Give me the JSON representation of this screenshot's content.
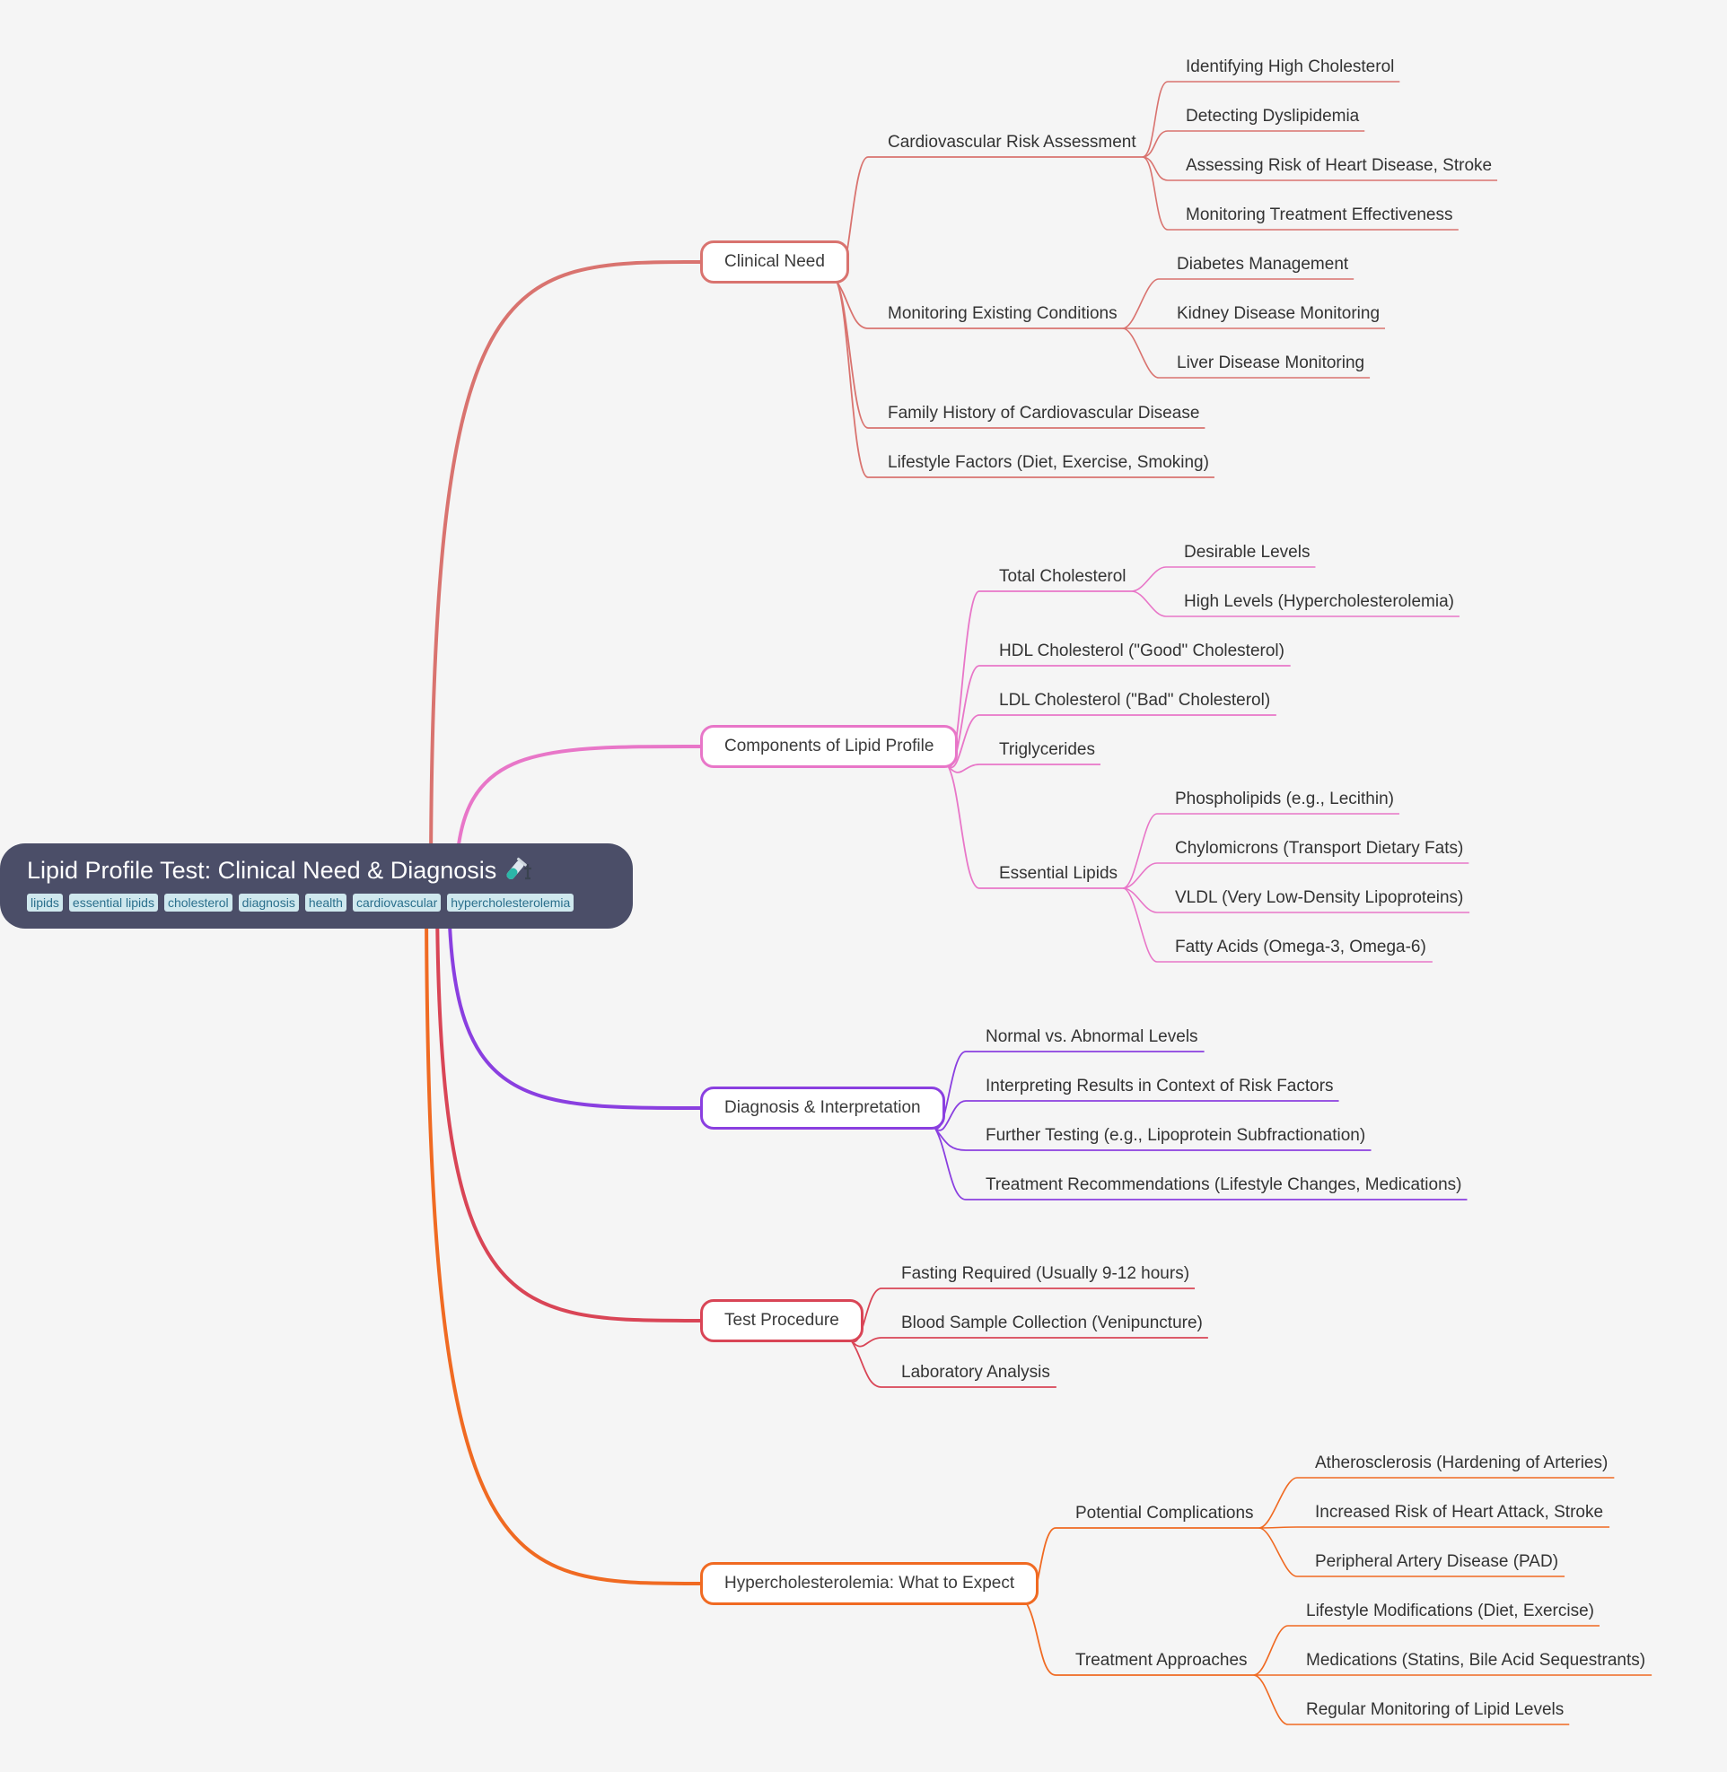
{
  "root": {
    "title": "Lipid Profile Test: Clinical Need & Diagnosis",
    "icon": "test-tube-icon",
    "tags": [
      "lipids",
      "essential lipids",
      "cholesterol",
      "diagnosis",
      "health",
      "cardiovascular",
      "hypercholesterolemia"
    ]
  },
  "branches": [
    {
      "label": "Clinical Need",
      "color": "#d9736f",
      "children": [
        {
          "label": "Cardiovascular Risk Assessment",
          "children": [
            {
              "label": "Identifying High Cholesterol"
            },
            {
              "label": "Detecting Dyslipidemia"
            },
            {
              "label": "Assessing Risk of Heart Disease, Stroke"
            },
            {
              "label": "Monitoring Treatment Effectiveness"
            }
          ]
        },
        {
          "label": "Monitoring Existing Conditions",
          "children": [
            {
              "label": "Diabetes Management"
            },
            {
              "label": "Kidney Disease Monitoring"
            },
            {
              "label": "Liver Disease Monitoring"
            }
          ]
        },
        {
          "label": "Family History of Cardiovascular Disease"
        },
        {
          "label": "Lifestyle Factors (Diet, Exercise, Smoking)"
        }
      ]
    },
    {
      "label": "Components of Lipid Profile",
      "color": "#e876c8",
      "children": [
        {
          "label": "Total Cholesterol",
          "children": [
            {
              "label": "Desirable Levels"
            },
            {
              "label": "High Levels (Hypercholesterolemia)"
            }
          ]
        },
        {
          "label": "HDL Cholesterol (\"Good\" Cholesterol)"
        },
        {
          "label": "LDL Cholesterol (\"Bad\" Cholesterol)"
        },
        {
          "label": "Triglycerides"
        },
        {
          "label": "Essential Lipids",
          "children": [
            {
              "label": "Phospholipids (e.g., Lecithin)"
            },
            {
              "label": "Chylomicrons (Transport Dietary Fats)"
            },
            {
              "label": "VLDL (Very Low-Density Lipoproteins)"
            },
            {
              "label": "Fatty Acids (Omega-3, Omega-6)"
            }
          ]
        }
      ]
    },
    {
      "label": "Diagnosis & Interpretation",
      "color": "#8a3fe0",
      "children": [
        {
          "label": "Normal vs. Abnormal Levels"
        },
        {
          "label": "Interpreting Results in Context of Risk Factors"
        },
        {
          "label": "Further Testing (e.g., Lipoprotein Subfractionation)"
        },
        {
          "label": "Treatment Recommendations (Lifestyle Changes, Medications)"
        }
      ]
    },
    {
      "label": "Test Procedure",
      "color": "#d94556",
      "children": [
        {
          "label": "Fasting Required (Usually 9-12 hours)"
        },
        {
          "label": "Blood Sample Collection (Venipuncture)"
        },
        {
          "label": "Laboratory Analysis"
        }
      ]
    },
    {
      "label": "Hypercholesterolemia: What to Expect",
      "color": "#f06a22",
      "children": [
        {
          "label": "Potential Complications",
          "children": [
            {
              "label": "Atherosclerosis (Hardening of Arteries)"
            },
            {
              "label": "Increased Risk of Heart Attack, Stroke"
            },
            {
              "label": "Peripheral Artery Disease (PAD)"
            }
          ]
        },
        {
          "label": "Treatment Approaches",
          "children": [
            {
              "label": "Lifestyle Modifications (Diet, Exercise)"
            },
            {
              "label": "Medications (Statins, Bile Acid Sequestrants)"
            },
            {
              "label": "Regular Monitoring of Lipid Levels"
            }
          ]
        }
      ]
    }
  ]
}
